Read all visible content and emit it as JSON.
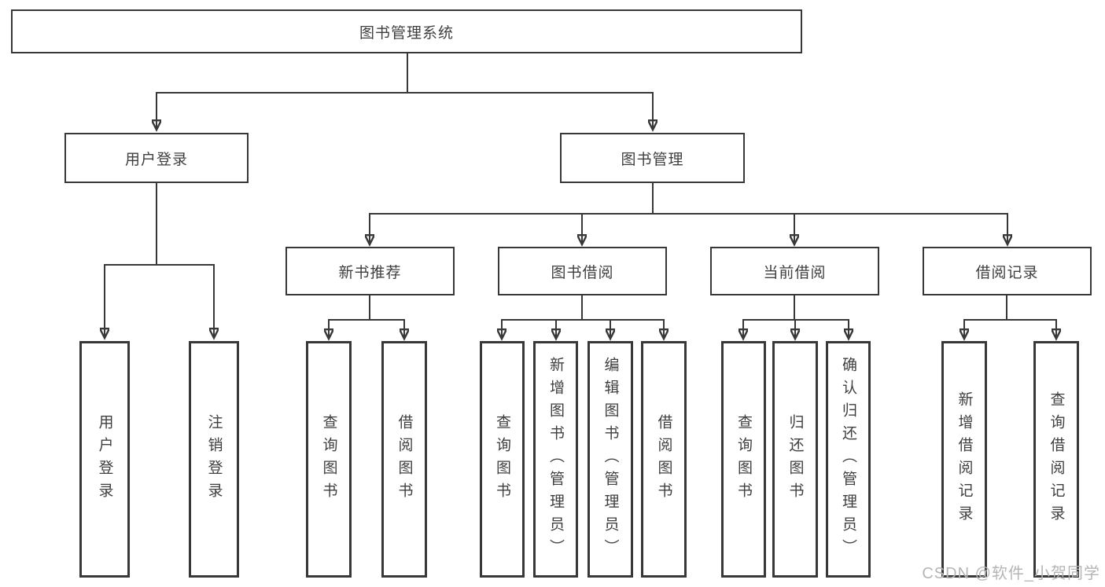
{
  "diagram": {
    "root": {
      "label": "图书管理系统"
    },
    "level1": {
      "user_login": {
        "label": "用户登录"
      },
      "book_management": {
        "label": "图书管理"
      }
    },
    "level2": {
      "new_books": {
        "label": "新书推荐"
      },
      "book_borrowing": {
        "label": "图书借阅"
      },
      "current_borrowing": {
        "label": "当前借阅"
      },
      "borrowing_records": {
        "label": "借阅记录"
      }
    },
    "leaves": {
      "user_login": [
        "用户登录",
        "注销登录"
      ],
      "new_books": [
        "查询图书",
        "借阅图书"
      ],
      "book_borrowing": [
        "查询图书",
        "新增图书（管理员）",
        "编辑图书（管理员）",
        "借阅图书"
      ],
      "current_borrowing": [
        "查询图书",
        "归还图书",
        "确认归还（管理员）"
      ],
      "borrowing_records": [
        "新增借阅记录",
        "查询借阅记录"
      ]
    },
    "watermark": "CSDN @软件_小贺同学",
    "colors": {
      "line": "#383838",
      "text": "#3f3f3f",
      "watermark": "#b5b5b5",
      "background": "#ffffff"
    }
  }
}
